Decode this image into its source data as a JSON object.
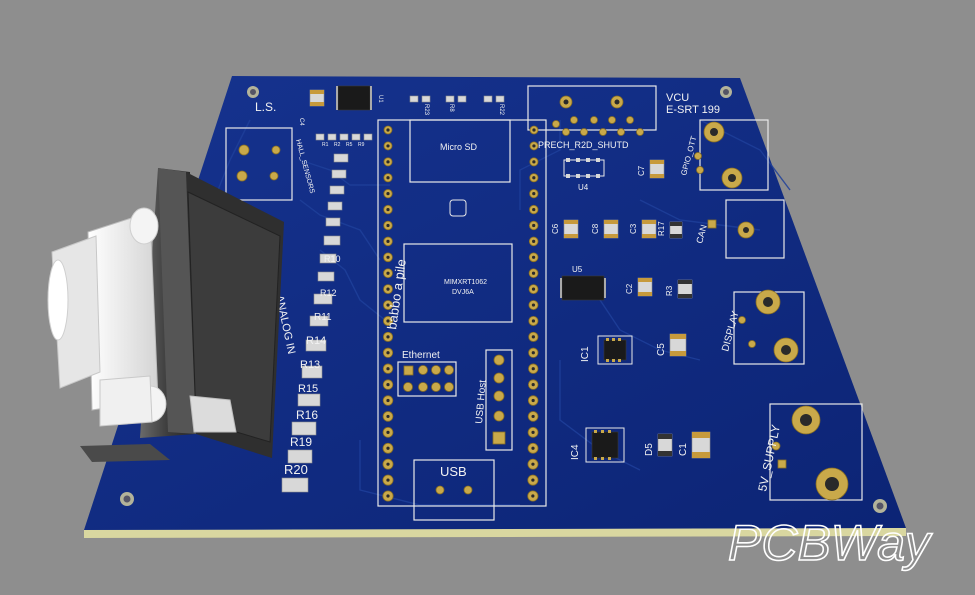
{
  "board": {
    "colors": {
      "background": "#8e8e8e",
      "soldermask": "#0f2a86",
      "edge": "#d9d7a0",
      "silkscreen": "#f2f2f2",
      "gold_pad": "#c9a94a"
    },
    "labels": {
      "ls": "L.S.",
      "vcu": "VCU",
      "esrt": "E-SRT 199",
      "prech": "PRECH_R2D_SHUTD",
      "gpio": "GPIO_OTT",
      "can": "CAN",
      "display": "DISPLAY",
      "supply": "5V_SUPPLY",
      "hall": "HALL_SENSORS",
      "analog": "ANALOG IN",
      "microsd": "Micro SD",
      "babbo": "babbo a pile",
      "mcu_line1": "MIMXRT1062",
      "mcu_line2": "DVJ6A",
      "ethernet": "Ethernet",
      "usbhost": "USB Host",
      "usb": "USB",
      "watermark": "PCBWay"
    },
    "refdes": {
      "u1": "U1",
      "u4": "U4",
      "u5": "U5",
      "ic1": "IC1",
      "ic4": "IC4",
      "c1": "C1",
      "c2": "C2",
      "c3": "C3",
      "c4": "C4",
      "c5": "C5",
      "c6": "C6",
      "c7": "C7",
      "c8": "C8",
      "d5": "D5",
      "r3": "R3",
      "r17": "R17",
      "r23": "R23",
      "r8": "R8",
      "r22": "R22",
      "r1": "R1",
      "r2": "R2",
      "r5": "R5",
      "r10": "R10",
      "r11": "R11",
      "r13": "R13",
      "r14": "R14",
      "r15": "R15",
      "r16": "R16",
      "r19": "R19",
      "r20": "R20",
      "r9": "R9",
      "r12": "R12"
    }
  }
}
